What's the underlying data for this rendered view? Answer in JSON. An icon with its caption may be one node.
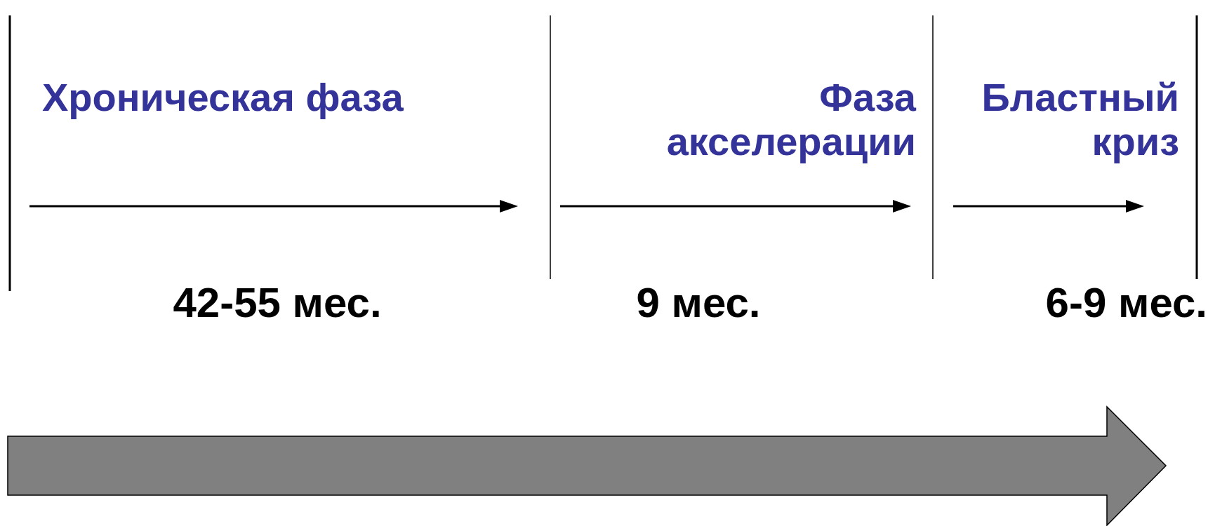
{
  "diagram": {
    "labels": [
      "Хроническая фаза",
      "Фаза акселерации",
      "Бластный криз",
      "42-55 мес.",
      "9 мес.",
      "6-9 мес."
    ]
  }
}
